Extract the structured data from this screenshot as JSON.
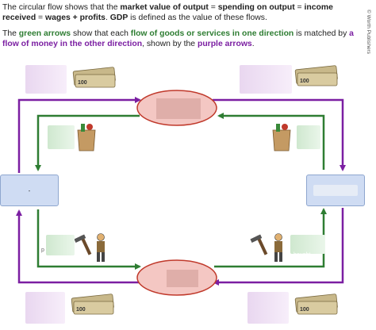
{
  "intro": {
    "p1_a": "The circular flow shows that the ",
    "p1_b": "market value of output",
    "p1_c": " = ",
    "p1_d": "spending on output",
    "p1_e": " = ",
    "p1_f": "income received",
    "p1_g": " = ",
    "p1_h": "wages + profits",
    "p1_i": ". ",
    "p1_j": "GDP",
    "p1_k": " is defined as the value of these flows.",
    "p2_a": "The ",
    "p2_b": "green arrows",
    "p2_c": " show that each ",
    "p2_d": "flow of goods or services in one direction",
    "p2_e": " is matched by ",
    "p2_f": "a flow of money in the other direction",
    "p2_g": ", shown by the ",
    "p2_h": "purple arrows",
    "p2_i": "."
  },
  "credit": "© Worth Publishers",
  "labels": {
    "bought": "bought",
    "left_partial": "p",
    "left_box_partial": "-"
  },
  "colors": {
    "green_arrow": "#2e7d32",
    "purple_arrow": "#7b1fa2",
    "ellipse_fill": "#f4c7c3",
    "ellipse_stroke": "#c0392b",
    "side_box_fill": "#cfdcf3"
  },
  "icons": {
    "money": "money-bills-icon",
    "groceries": "grocery-bag-icon",
    "worker": "worker-icon",
    "hammer": "hammer-icon"
  }
}
